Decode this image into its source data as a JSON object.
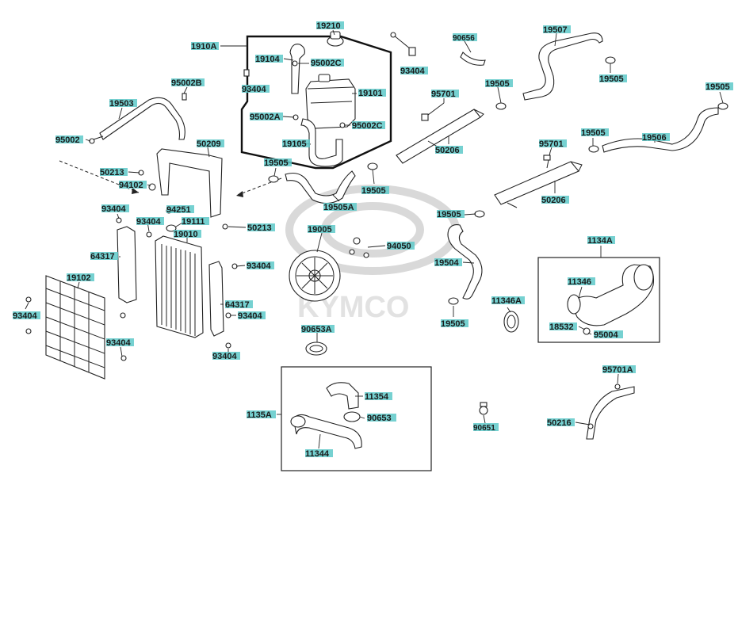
{
  "watermark": {
    "brand": "KYMCO"
  },
  "labels": {
    "l_19210": "19210",
    "l_1910A": "1910A",
    "l_19104": "19104",
    "l_95002C_top": "95002C",
    "l_93404_tank": "93404",
    "l_19101": "19101",
    "l_95002A": "95002A",
    "l_95002C_bot": "95002C",
    "l_19105": "19105",
    "l_93404_top": "93404",
    "l_90656": "90656",
    "l_19507": "19507",
    "l_19505_a": "19505",
    "l_19505_b": "19505",
    "l_95002B": "95002B",
    "l_19503": "19503",
    "l_95002": "95002",
    "l_50209": "50209",
    "l_95701_a": "95701",
    "l_50206_a": "50206",
    "l_19505_c": "19505",
    "l_19505_d": "19505",
    "l_19506": "19506",
    "l_50213_a": "50213",
    "l_94102": "94102",
    "l_19505_e": "19505",
    "l_19505_f": "19505",
    "l_95701_b": "95701",
    "l_50206_b": "50206",
    "l_93404_l1": "93404",
    "l_94251": "94251",
    "l_19505A": "19505A",
    "l_93404_l2": "93404",
    "l_19111": "19111",
    "l_50213_b": "50213",
    "l_19505_g": "19505",
    "l_19010": "19010",
    "l_19005": "19005",
    "l_94050": "94050",
    "l_1134A": "1134A",
    "l_64317_a": "64317",
    "l_93404_r1": "93404",
    "l_19504": "19504",
    "l_19102": "19102",
    "l_11346": "11346",
    "l_64317_b": "64317",
    "l_93404_r2": "93404",
    "l_11346A": "11346A",
    "l_93404_far": "93404",
    "l_19505_h": "19505",
    "l_18532": "18532",
    "l_95004": "95004",
    "l_90653A": "90653A",
    "l_93404_b1": "93404",
    "l_93404_b2": "93404",
    "l_95701A": "95701A",
    "l_11354": "11354",
    "l_1135A": "1135A",
    "l_90653": "90653",
    "l_90651": "90651",
    "l_50216": "50216",
    "l_11344": "11344"
  }
}
